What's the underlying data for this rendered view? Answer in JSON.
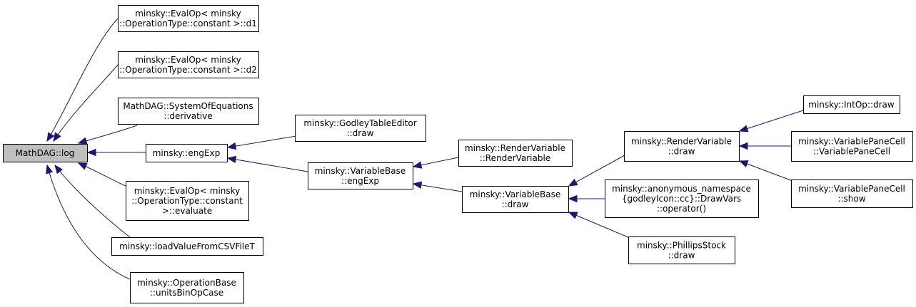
{
  "diagram": {
    "kind": "doxygen-caller-graph",
    "edge_color": "#191970",
    "root_fill": "#bfbfbf",
    "nodes": [
      {
        "id": "log",
        "lines": [
          "MathDAG::log"
        ],
        "root": true
      },
      {
        "id": "d1",
        "lines": [
          "minsky::EvalOp< minsky",
          "::OperationType::constant >::d1"
        ]
      },
      {
        "id": "d2",
        "lines": [
          "minsky::EvalOp< minsky",
          "::OperationType::constant >::d2"
        ]
      },
      {
        "id": "deriv",
        "lines": [
          "MathDAG::SystemOfEquations",
          "::derivative"
        ]
      },
      {
        "id": "engexp",
        "lines": [
          "minsky::engExp"
        ]
      },
      {
        "id": "evaluate",
        "lines": [
          "minsky::EvalOp< minsky",
          "::OperationType::constant",
          ">::evaluate"
        ]
      },
      {
        "id": "loadcsv",
        "lines": [
          "minsky::loadValueFromCSVFileT"
        ]
      },
      {
        "id": "unitsbin",
        "lines": [
          "minsky::OperationBase",
          "::unitsBinOpCase"
        ]
      },
      {
        "id": "gte_draw",
        "lines": [
          "minsky::GodleyTableEditor",
          "::draw"
        ]
      },
      {
        "id": "vb_engexp",
        "lines": [
          "minsky::VariableBase",
          "::engExp"
        ]
      },
      {
        "id": "rv_rv",
        "lines": [
          "minsky::RenderVariable",
          "::RenderVariable"
        ]
      },
      {
        "id": "vb_draw",
        "lines": [
          "minsky::VariableBase",
          "::draw"
        ]
      },
      {
        "id": "rv_draw",
        "lines": [
          "minsky::RenderVariable",
          "::draw"
        ]
      },
      {
        "id": "anon",
        "lines": [
          "minsky::anonymous_namespace",
          "{godleyIcon::cc}::DrawVars",
          "::operator()"
        ]
      },
      {
        "id": "phillips",
        "lines": [
          "minsky::PhillipsStock",
          "::draw"
        ]
      },
      {
        "id": "intop",
        "lines": [
          "minsky::IntOp::draw"
        ]
      },
      {
        "id": "vpc_vpc",
        "lines": [
          "minsky::VariablePaneCell",
          "::VariablePaneCell"
        ]
      },
      {
        "id": "vpc_show",
        "lines": [
          "minsky::VariablePaneCell",
          "::show"
        ]
      }
    ],
    "edges": [
      {
        "from": "d1",
        "to": "log"
      },
      {
        "from": "d2",
        "to": "log"
      },
      {
        "from": "deriv",
        "to": "log"
      },
      {
        "from": "engexp",
        "to": "log"
      },
      {
        "from": "evaluate",
        "to": "log"
      },
      {
        "from": "loadcsv",
        "to": "log"
      },
      {
        "from": "unitsbin",
        "to": "log"
      },
      {
        "from": "gte_draw",
        "to": "engexp"
      },
      {
        "from": "vb_engexp",
        "to": "engexp"
      },
      {
        "from": "rv_rv",
        "to": "vb_engexp"
      },
      {
        "from": "vb_draw",
        "to": "vb_engexp"
      },
      {
        "from": "rv_draw",
        "to": "vb_draw"
      },
      {
        "from": "anon",
        "to": "vb_draw"
      },
      {
        "from": "phillips",
        "to": "vb_draw"
      },
      {
        "from": "intop",
        "to": "rv_draw"
      },
      {
        "from": "vpc_vpc",
        "to": "rv_draw"
      },
      {
        "from": "vpc_show",
        "to": "rv_draw"
      }
    ]
  }
}
